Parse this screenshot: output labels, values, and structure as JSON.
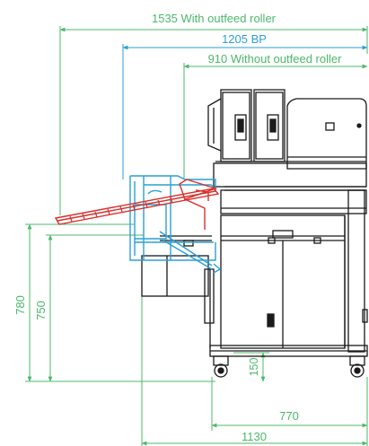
{
  "colors": {
    "green": "#4cb86a",
    "blue": "#2a9fd6",
    "red": "#d9302c",
    "machine": "#1a1a1a",
    "gray": "#8c8c8c"
  },
  "dimensions": {
    "outfeed_roller": "1535 With outfeed roller",
    "bp": "1205 BP",
    "without_roller": "910 Without outfeed roller",
    "height_780": "780",
    "height_750": "750",
    "height_150": "150",
    "width_770": "770",
    "width_1130": "1130"
  }
}
